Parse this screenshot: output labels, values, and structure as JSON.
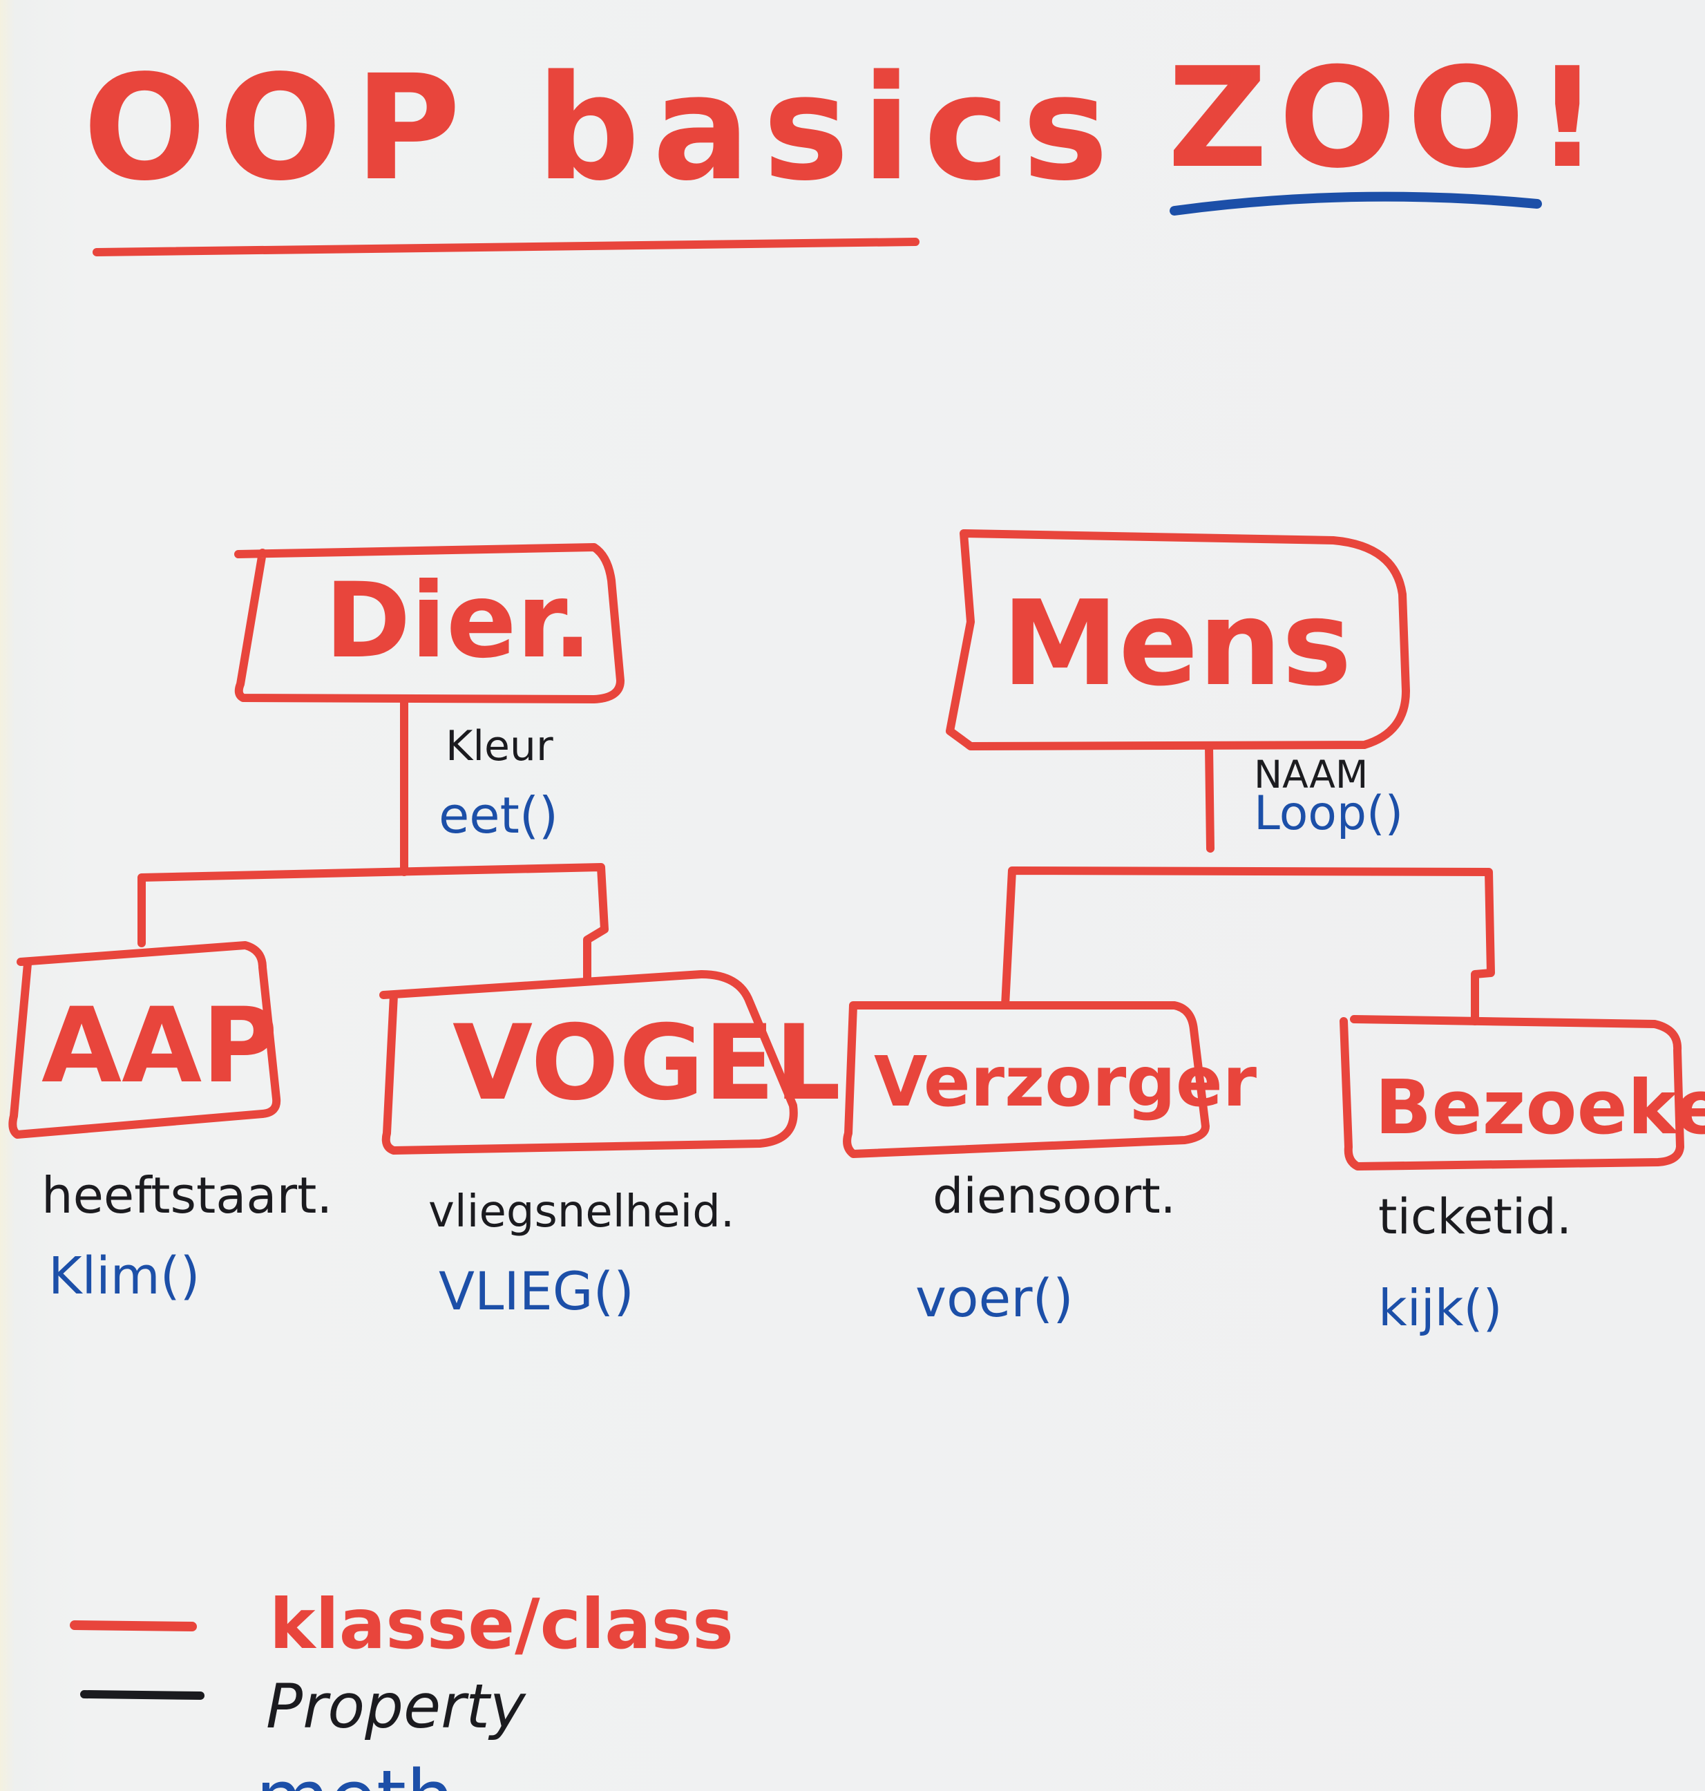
{
  "title": "OOP basics",
  "subtitle": "ZOO!",
  "colors": {
    "paper": "#f1f2f2",
    "red": "#e8453c",
    "black": "#1b1b1f",
    "blue": "#1c4fa8"
  },
  "diagram": {
    "parents": [
      {
        "name": "Dier.",
        "property": "Kleur",
        "method": "eet()"
      },
      {
        "name": "Mens",
        "property": "NAAM",
        "method": "Loop()"
      }
    ],
    "children": [
      {
        "name": "AAP",
        "property": "heeftstaart.",
        "method": "Klim()"
      },
      {
        "name": "VOGEL",
        "property": "vliegsnelheid.",
        "method": "VLIEG()"
      },
      {
        "name": "Verzorger",
        "property": "diensoort.",
        "method": "voer()"
      },
      {
        "name": "Bezoeker",
        "property": "ticketid.",
        "method": "kijk()"
      }
    ]
  },
  "legend": [
    {
      "label": "klasse/class",
      "color": "red"
    },
    {
      "label": "Property",
      "color": "black"
    },
    {
      "label": "meth",
      "color": "blue"
    }
  ]
}
